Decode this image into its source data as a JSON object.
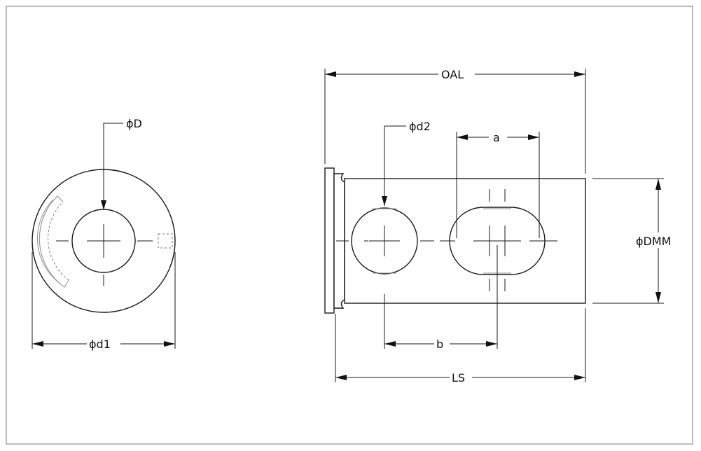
{
  "dimensions": {
    "D": "ϕD",
    "d1": "ϕd1",
    "d2": "ϕd2",
    "a": "a",
    "b": "b",
    "OAL": "OAL",
    "DMM": "ϕDMM",
    "LS": "LS"
  },
  "colors": {
    "frame": "#a6a6a6",
    "line": "#1a1a1a",
    "background": "#ffffff"
  }
}
